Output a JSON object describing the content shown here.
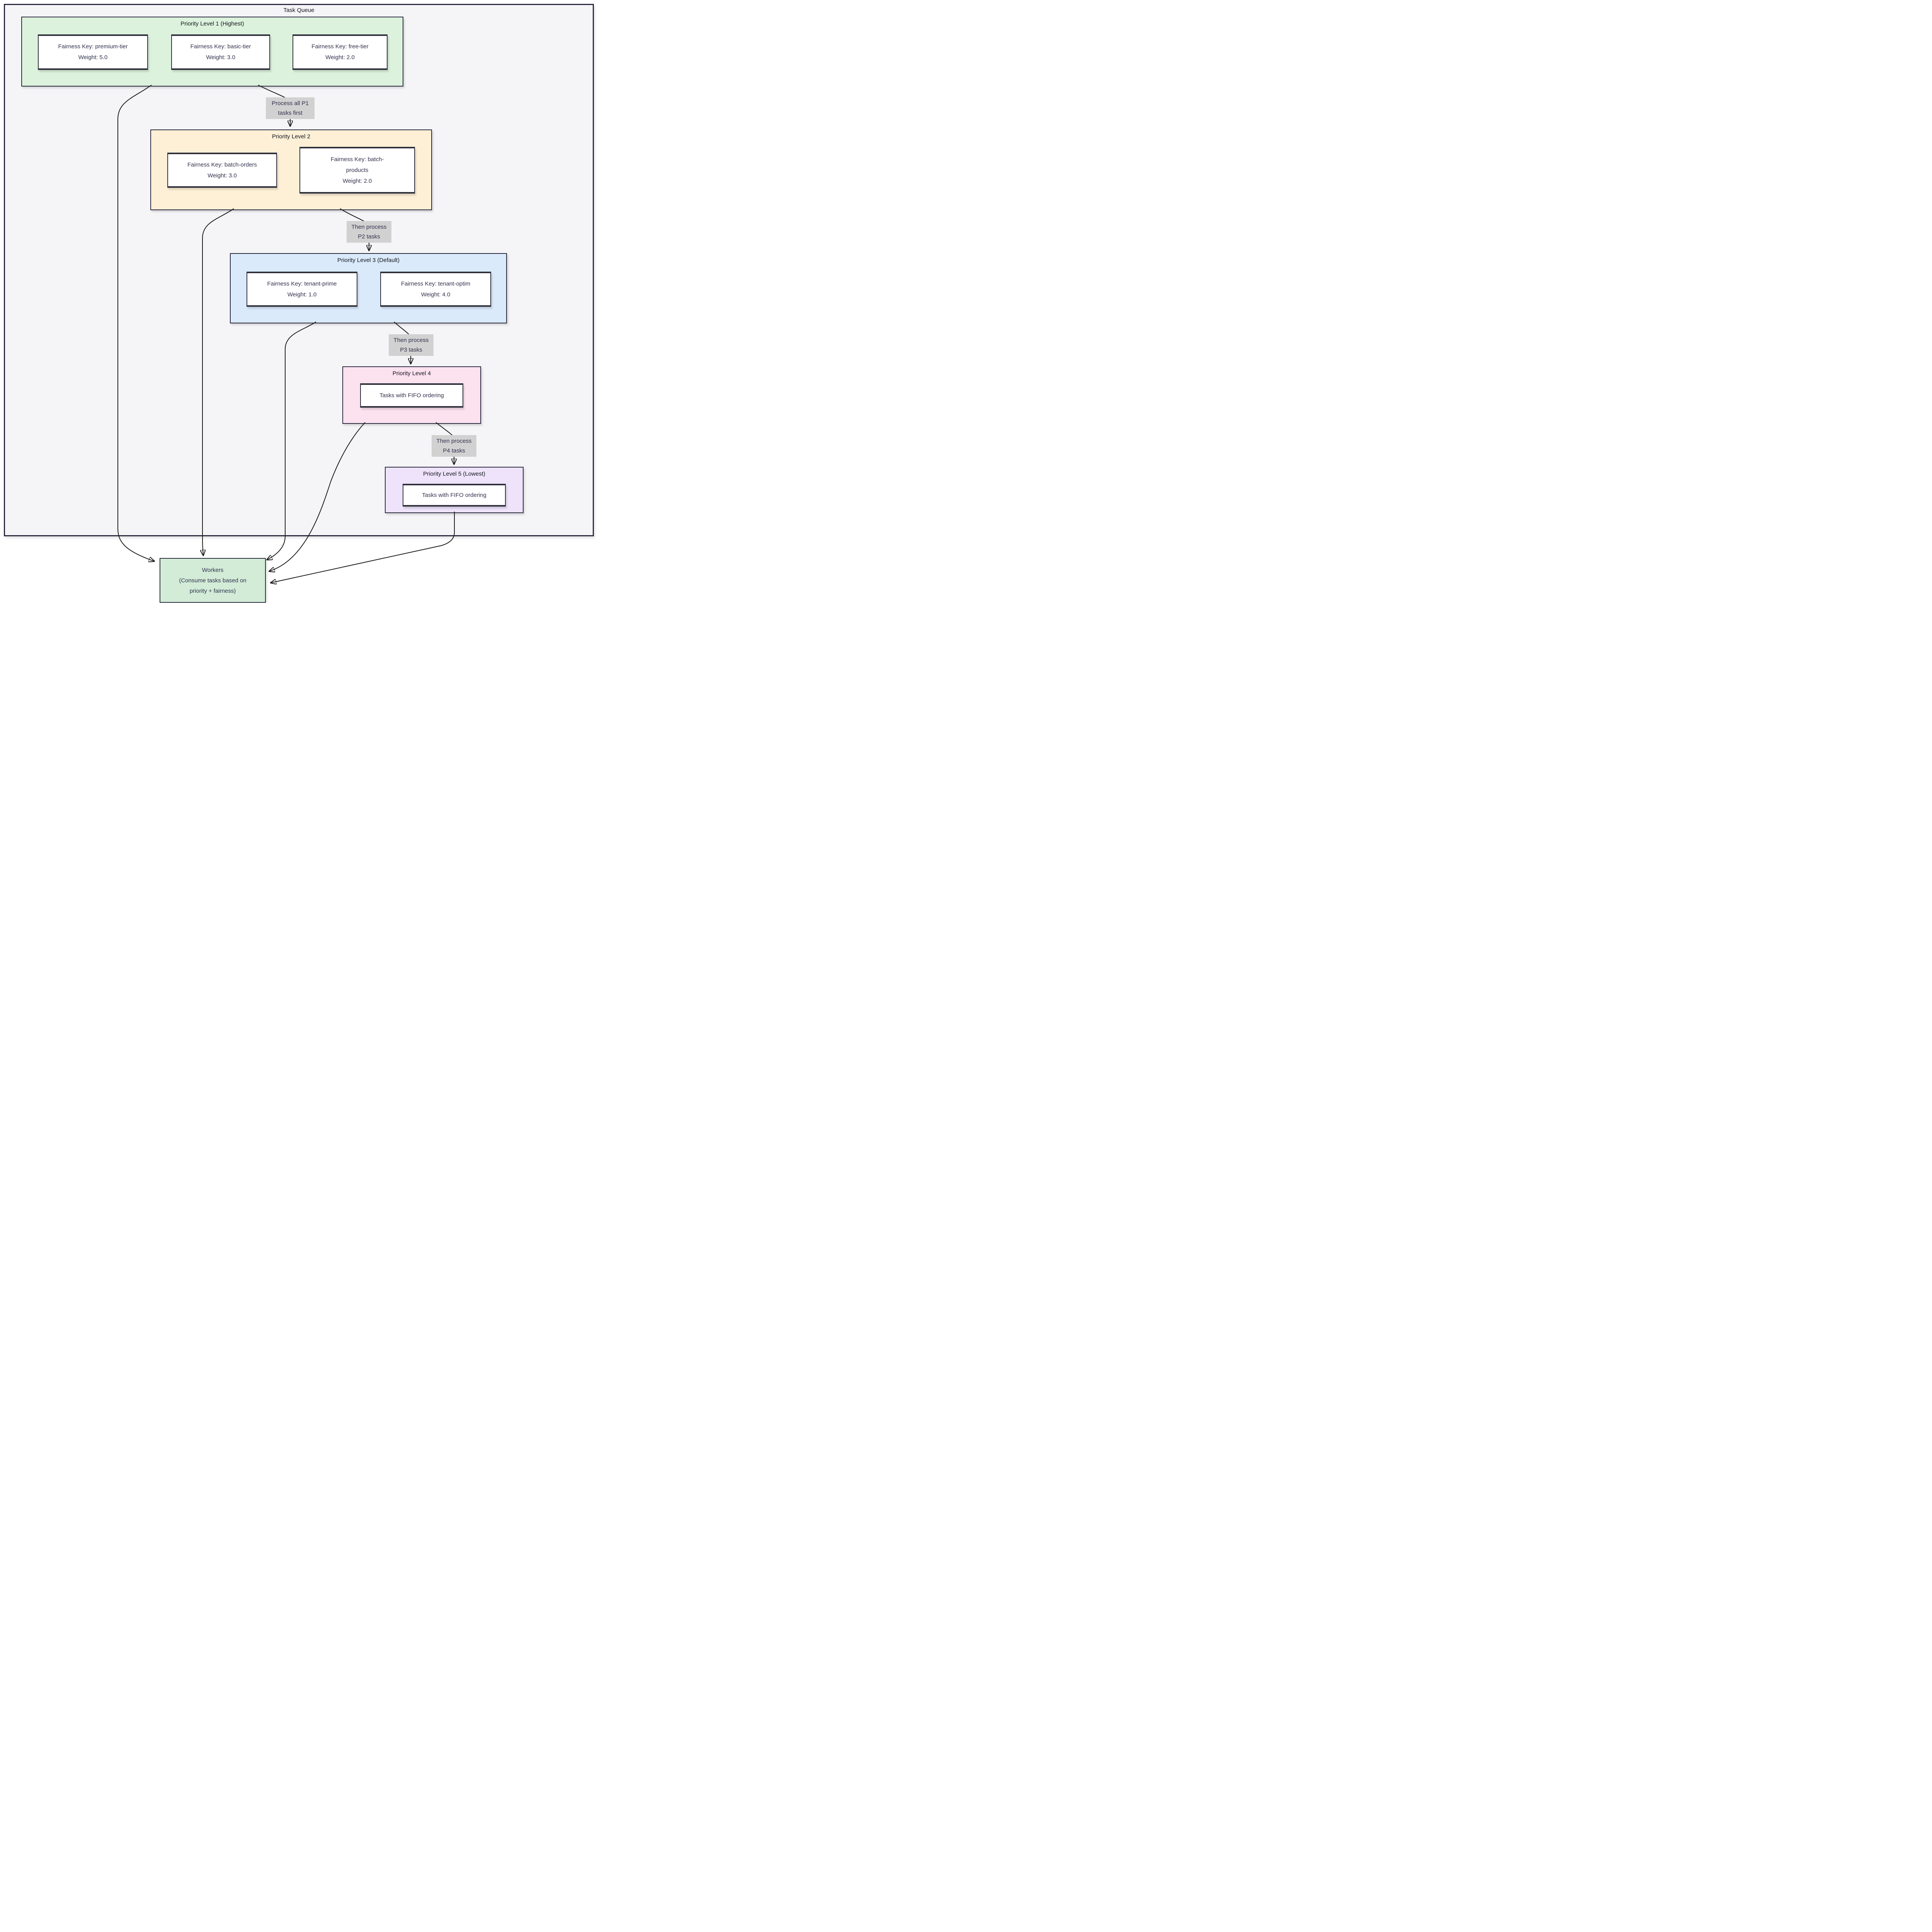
{
  "diagram": {
    "title": "Task Queue",
    "colors": {
      "page_background": "#ffffff",
      "container_fill": "#f5f5f8",
      "container_border": "#2b2b40",
      "level1_fill": "#dcf2dc",
      "level2_fill": "#fdf0d6",
      "level3_fill": "#daeafb",
      "level4_fill": "#fce1ef",
      "level5_fill": "#eee3fa",
      "workers_fill": "#d2ecd7",
      "node_fill": "#ffffff",
      "node_border": "#30303c",
      "edge_label_background": "#d1d1d1",
      "edge_stroke": "#1b1b1b",
      "text": "#32324e"
    },
    "levels": [
      {
        "title": "Priority Level 1 (Highest)",
        "nodes": [
          {
            "key": "Fairness Key: premium-tier",
            "weight": "Weight: 5.0"
          },
          {
            "key": "Fairness Key: basic-tier",
            "weight": "Weight: 3.0"
          },
          {
            "key": "Fairness Key: free-tier",
            "weight": "Weight: 2.0"
          }
        ]
      },
      {
        "title": "Priority Level 2",
        "nodes": [
          {
            "key": "Fairness Key: batch-orders",
            "weight": "Weight: 3.0"
          },
          {
            "key": "Fairness Key: batch-products",
            "weight": "Weight: 2.0"
          }
        ]
      },
      {
        "title": "Priority Level 3 (Default)",
        "nodes": [
          {
            "key": "Fairness Key: tenant-prime",
            "weight": "Weight: 1.0"
          },
          {
            "key": "Fairness Key: tenant-optim",
            "weight": "Weight: 4.0"
          }
        ]
      },
      {
        "title": "Priority Level 4",
        "nodes": [
          {
            "label": "Tasks with FIFO ordering"
          }
        ]
      },
      {
        "title": "Priority Level 5 (Lowest)",
        "nodes": [
          {
            "label": "Tasks with FIFO ordering"
          }
        ]
      }
    ],
    "edge_labels": [
      {
        "line1": "Process all P1",
        "line2": "tasks first"
      },
      {
        "line1": "Then process",
        "line2": "P2 tasks"
      },
      {
        "line1": "Then process",
        "line2": "P3 tasks"
      },
      {
        "line1": "Then process",
        "line2": "P4 tasks"
      }
    ],
    "workers": {
      "title": "Workers",
      "line2": "(Consume tasks based on",
      "line3": "priority + fairness)"
    }
  }
}
